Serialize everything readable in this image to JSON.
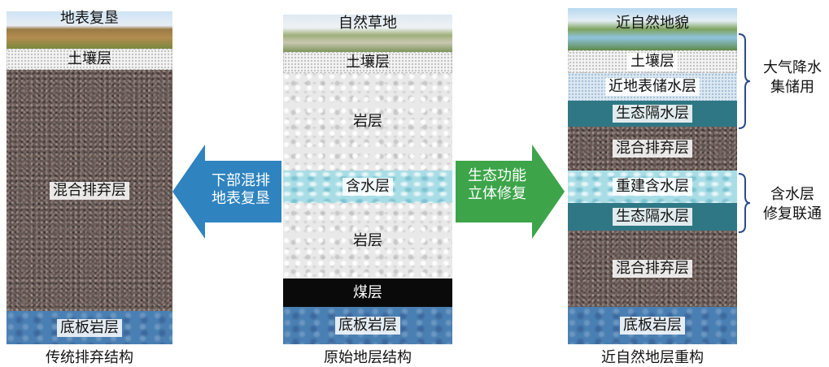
{
  "columns": {
    "left": {
      "caption": "传统排弃结构",
      "layers": {
        "surface": "地表复垦",
        "soil": "土壤层",
        "mixed": "混合排弃层",
        "floor": "底板岩层"
      }
    },
    "middle": {
      "caption": "原始地层结构",
      "layers": {
        "surface": "自然草地",
        "soil": "土壤层",
        "rock_upper": "岩层",
        "aquifer": "含水层",
        "rock_lower": "岩层",
        "coal": "煤层",
        "floor": "底板岩层"
      }
    },
    "right": {
      "caption": "近自然地层重构",
      "layers": {
        "surface": "近自然地貌",
        "soil": "土壤层",
        "storage": "近地表储水层",
        "barrier_upper": "生态隔水层",
        "mixed_upper": "混合排弃层",
        "aquifer_rebuilt": "重建含水层",
        "barrier_lower": "生态隔水层",
        "mixed_lower": "混合排弃层",
        "floor": "底板岩层"
      }
    }
  },
  "arrows": {
    "left": {
      "line1": "下部混排",
      "line2": "地表复垦",
      "color": "#2f83bf"
    },
    "right": {
      "line1": "生态功能",
      "line2": "立体修复",
      "color": "#3da44a"
    }
  },
  "braces": {
    "upper": {
      "line1": "大气降水",
      "line2": "集储用"
    },
    "lower": {
      "line1": "含水层",
      "line2": "修复联通"
    }
  }
}
